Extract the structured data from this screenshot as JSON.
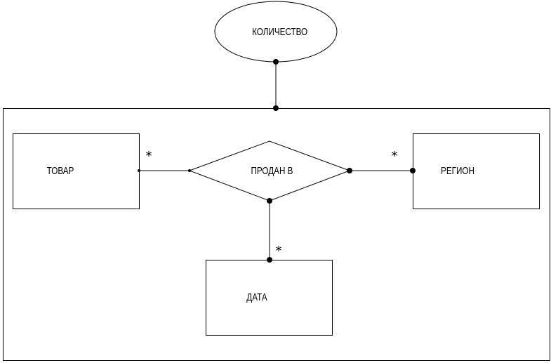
{
  "diagram": {
    "attribute": {
      "label": "КОЛИЧЕСТВО"
    },
    "relationship": {
      "label": "ПРОДАН В"
    },
    "entities": {
      "product": {
        "label": "ТОВАР",
        "multiplicity": "*"
      },
      "region": {
        "label": "РЕГИОН",
        "multiplicity": "*"
      },
      "date": {
        "label": "ДАТА",
        "multiplicity": "*"
      }
    }
  }
}
